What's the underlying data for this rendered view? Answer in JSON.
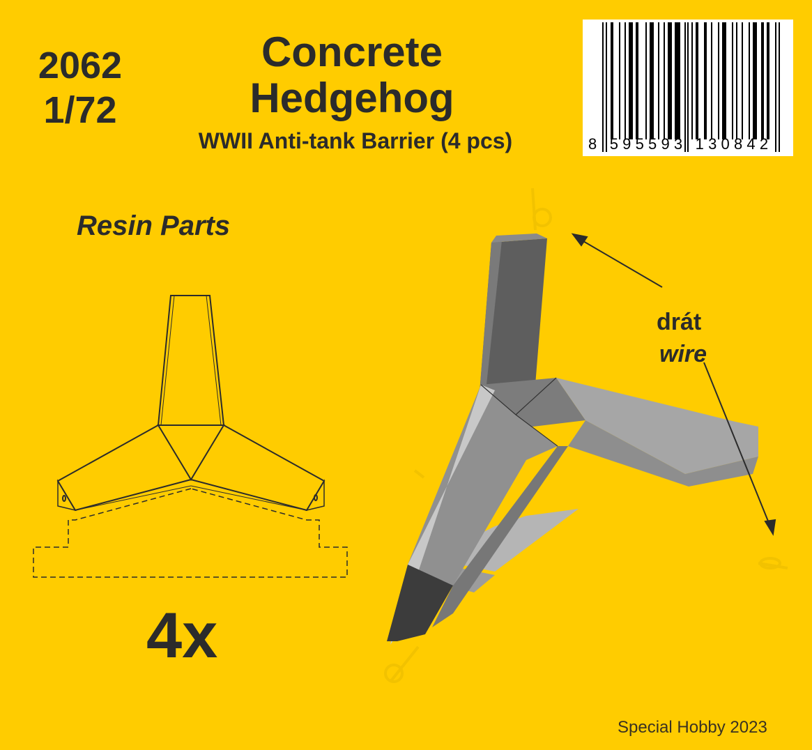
{
  "product": {
    "catalog_number": "2062",
    "scale": "1/72",
    "title_line1": "Concrete",
    "title_line2": "Hedgehog",
    "subtitle": "WWII Anti-tank Barrier (4 pcs)"
  },
  "barcode": {
    "digits": "8595593130842",
    "digits_display": "8 595593 130842"
  },
  "parts": {
    "label": "Resin Parts",
    "quantity": "4x"
  },
  "callout": {
    "label_cz": "drát",
    "label_en": "wire"
  },
  "footer": {
    "copyright": "Special Hobby 2023"
  },
  "colors": {
    "background": "#FFCC00",
    "text": "#2B2B2B",
    "concrete_light": "#B8B8B8",
    "concrete_dark": "#5E5E5E",
    "wire": "#F2C200"
  }
}
